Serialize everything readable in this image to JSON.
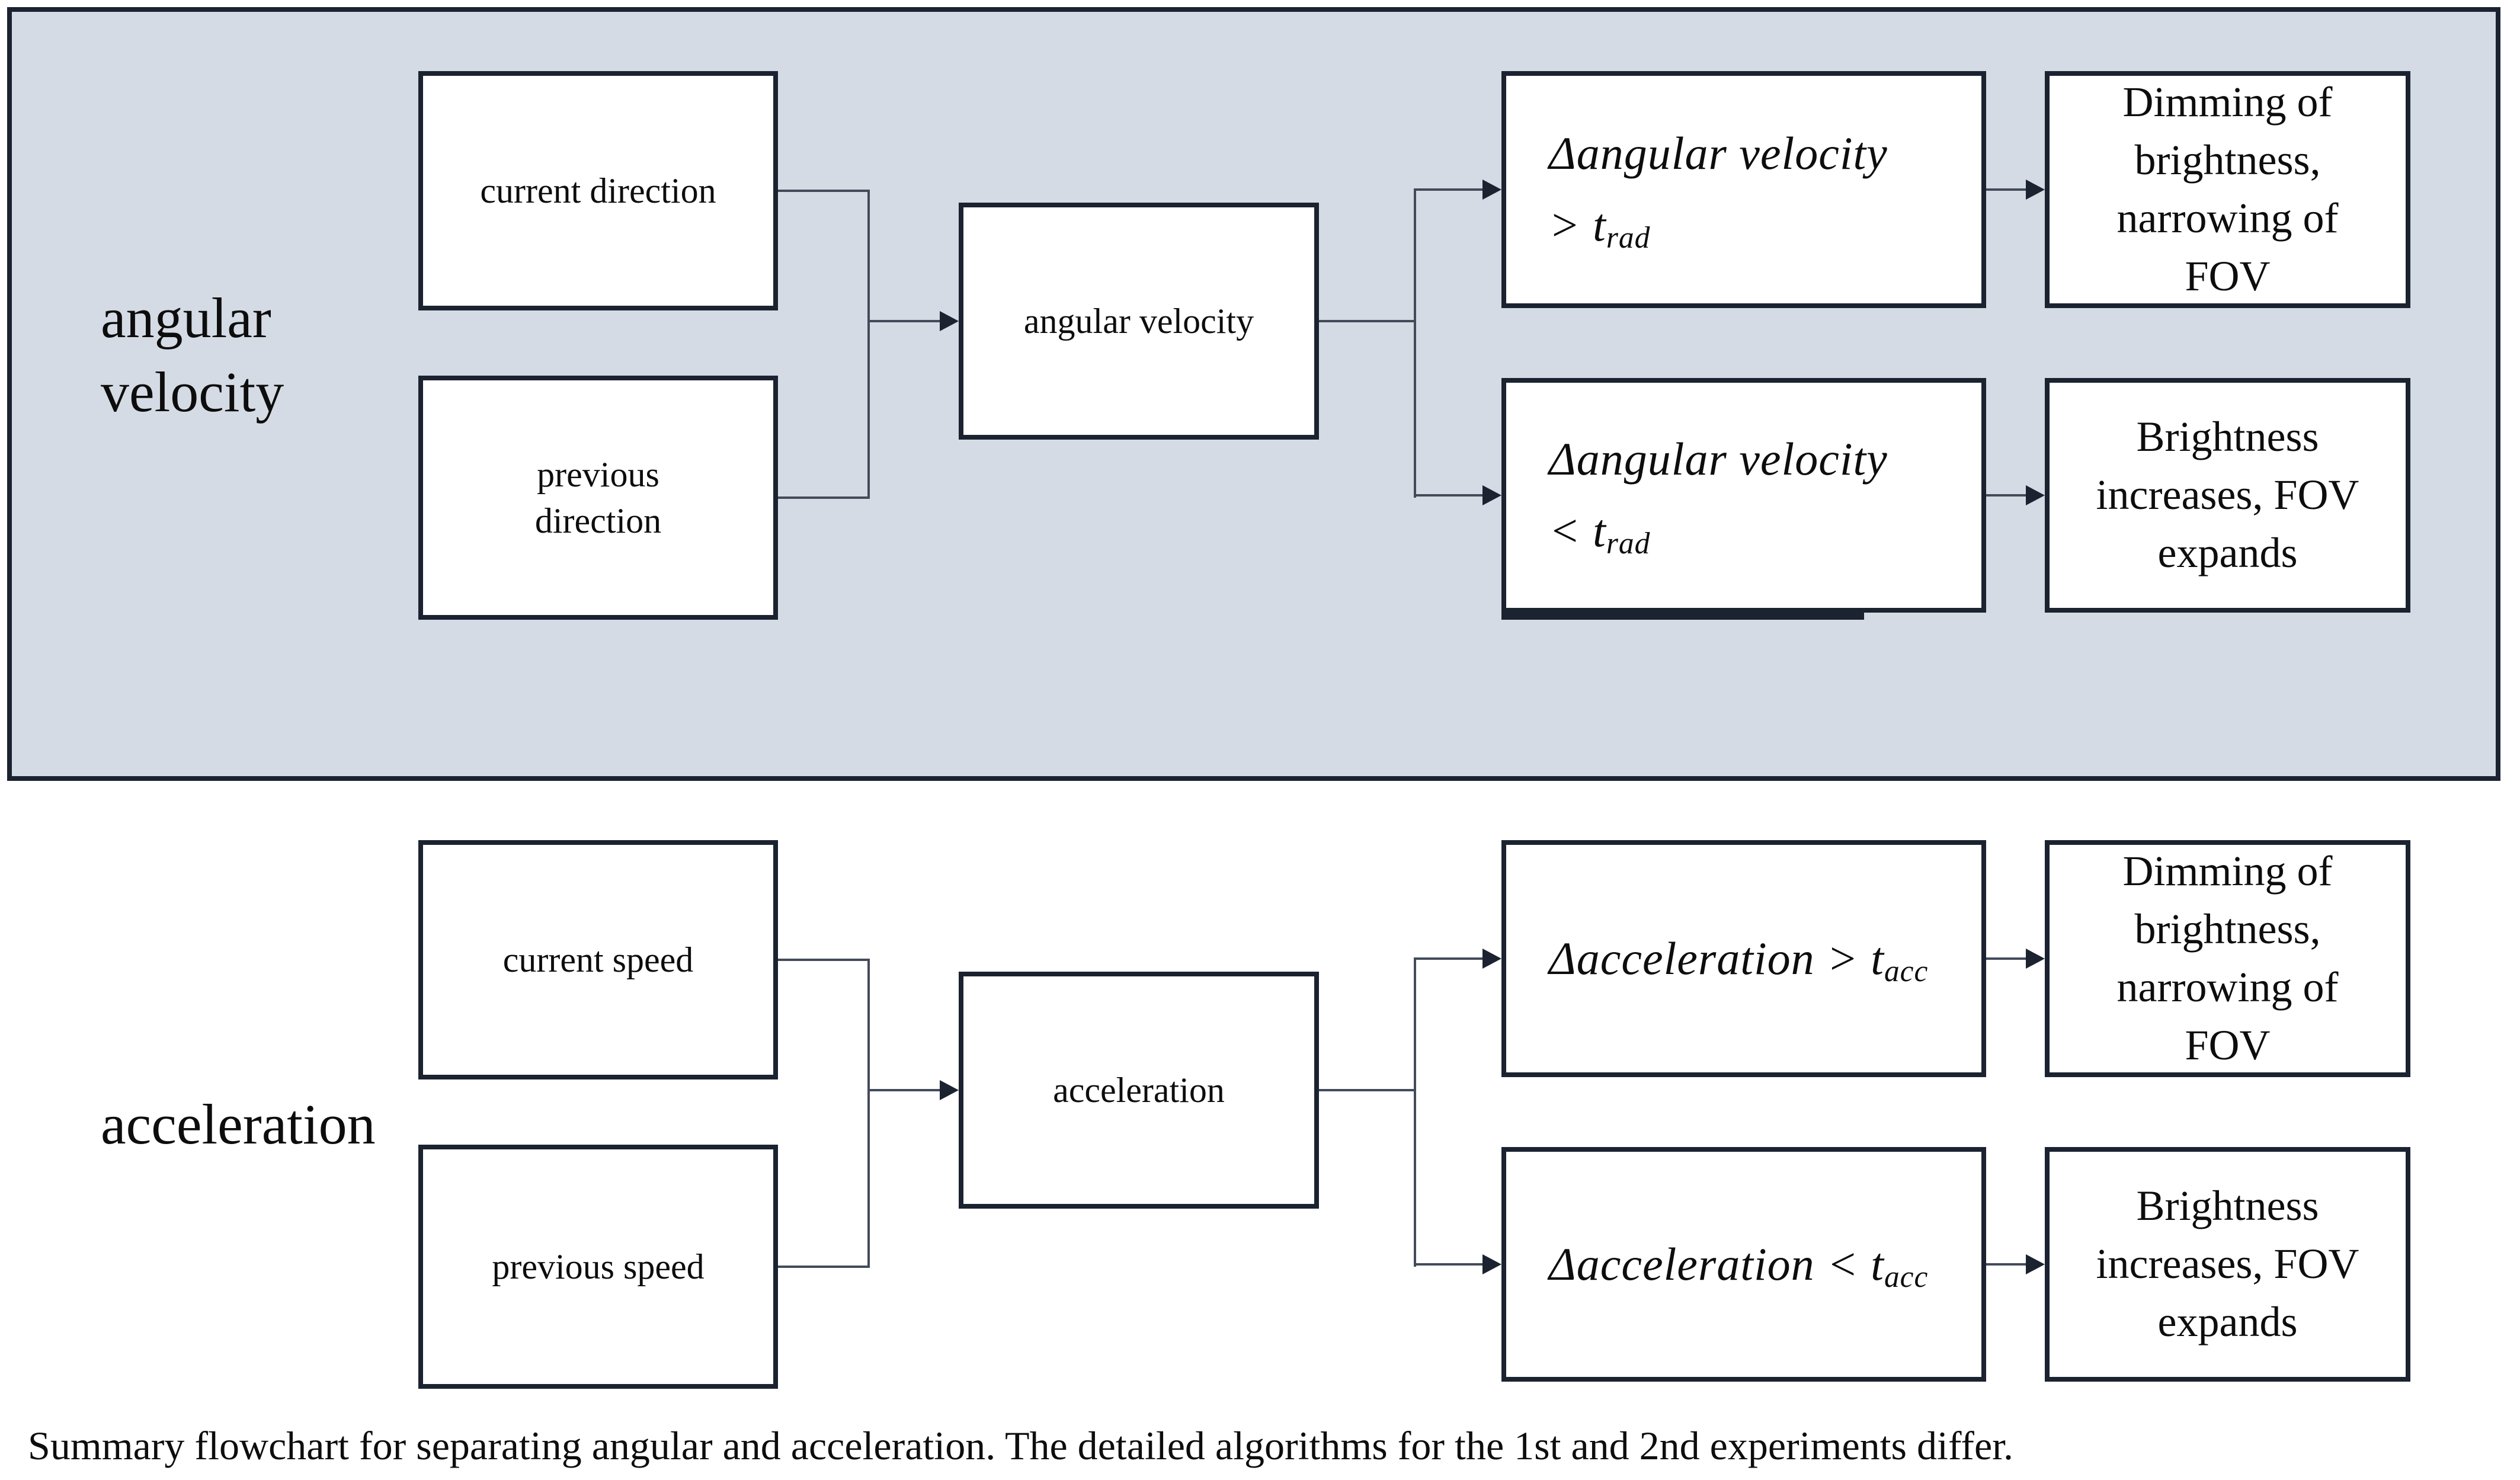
{
  "colors": {
    "panel_fill": "#d5dbe4",
    "box_fill": "#ffffff",
    "box_border": "#1b2230",
    "connector_line": "#434b5a",
    "text": "#0d0d0d",
    "page_background": "#ffffff"
  },
  "sections": [
    {
      "label_lines": [
        "angular",
        "velocity"
      ],
      "input1_lines": [
        "current direction"
      ],
      "input2_lines": [
        "previous",
        "direction"
      ],
      "process": "angular velocity",
      "cond1_line1": "Δangular velocity",
      "cond1_line2_main": "> t",
      "cond1_sub": "rad",
      "cond2_line1": "Δangular velocity",
      "cond2_line2_main": "< t",
      "cond2_sub": "rad",
      "out1_lines": [
        "Dimming of",
        "brightness,",
        "narrowing of",
        "FOV"
      ],
      "out2_lines": [
        "Brightness",
        "increases, FOV",
        "expands"
      ]
    },
    {
      "label_lines": [
        "acceleration"
      ],
      "input1_lines": [
        "current speed"
      ],
      "input2_lines": [
        "previous speed"
      ],
      "process": "acceleration",
      "cond1_line2_main": "Δacceleration > t",
      "cond1_sub": "acc",
      "cond2_line2_main": "Δacceleration < t",
      "cond2_sub": "acc",
      "out1_lines": [
        "Dimming of",
        "brightness,",
        "narrowing of",
        "FOV"
      ],
      "out2_lines": [
        "Brightness",
        "increases, FOV",
        "expands"
      ]
    }
  ],
  "caption": "Summary flowchart for separating angular and acceleration. The detailed algorithms for the 1st and 2nd experiments differ."
}
